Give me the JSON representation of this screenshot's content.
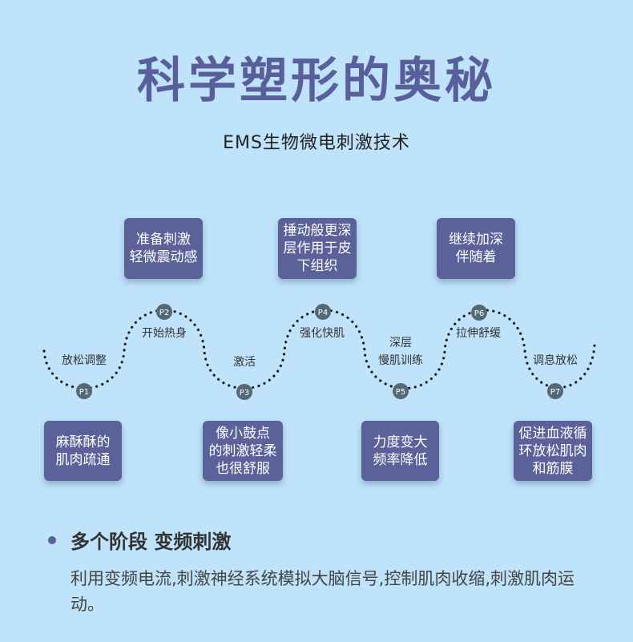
{
  "title": "科学塑形的奥秘",
  "subtitle": "EMS生物微电刺激技术",
  "colors": {
    "background": "#bfe3fa",
    "card": "#5b6199",
    "title": "#585f9b",
    "node": "#566873"
  },
  "top_cards": [
    "准备刺激\n轻微震动感",
    "捶动般更深\n层作用于皮\n下组织",
    "继续加深\n伴随着"
  ],
  "bottom_cards": [
    "麻酥酥的\n肌肉疏通",
    "像小鼓点\n的刺激轻柔\n也很舒服",
    "力度变大\n频率降低",
    "促进血液循\n环放松肌肉\n和筋膜"
  ],
  "nodes": [
    "P1",
    "P2",
    "P3",
    "P4",
    "P5",
    "P6",
    "P7"
  ],
  "wave_labels": [
    "放松调整",
    "开始热身",
    "激活",
    "强化快肌",
    "深层\n慢肌训练",
    "拉伸舒缓",
    "调息放松"
  ],
  "bullet": {
    "title": "多个阶段 变频刺激",
    "description": "利用变频电流,刺激神经系统模拟大脑信号,控制肌肉收缩,刺激肌肉运动。"
  }
}
